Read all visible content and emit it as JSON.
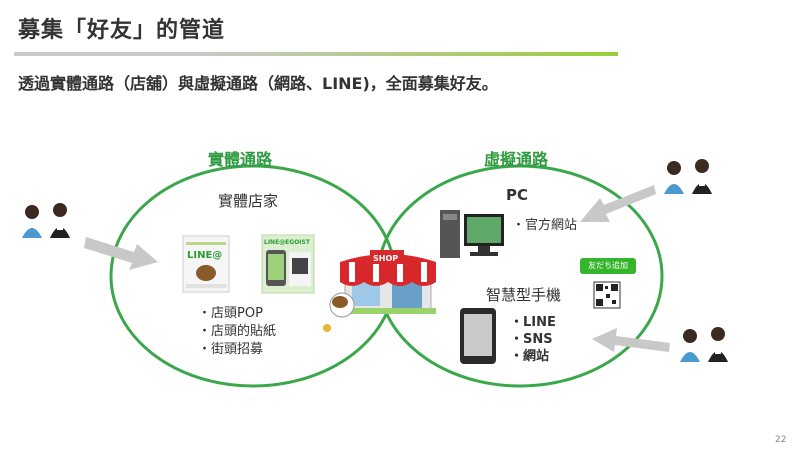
{
  "title": "募集「好友」的管道",
  "subtitle": "透過實體通路（店舖）與虛擬通路（網路、LINE)，全面募集好友。",
  "offline": {
    "heading": "實體通路",
    "store_label": "實體店家",
    "items": [
      "・店頭POP",
      "・店頭的貼紙",
      "・街頭招募"
    ],
    "pop_logo": "LINE@",
    "sticker_logo": "LINE@EGOIST"
  },
  "online": {
    "heading": "虛擬通路",
    "pc_label": "PC",
    "pc_items": [
      "・官方網站"
    ],
    "phone_label": "智慧型手機",
    "phone_items": [
      "・LINE",
      "・SNS",
      "・網站"
    ],
    "friend_add_badge": "友だち追加"
  },
  "shop_sign": "SHOP",
  "page_number": "22",
  "colors": {
    "accent_green": "#3aa74a",
    "arrow_gray": "#c8c8c8",
    "shop_red": "#d8282c"
  }
}
